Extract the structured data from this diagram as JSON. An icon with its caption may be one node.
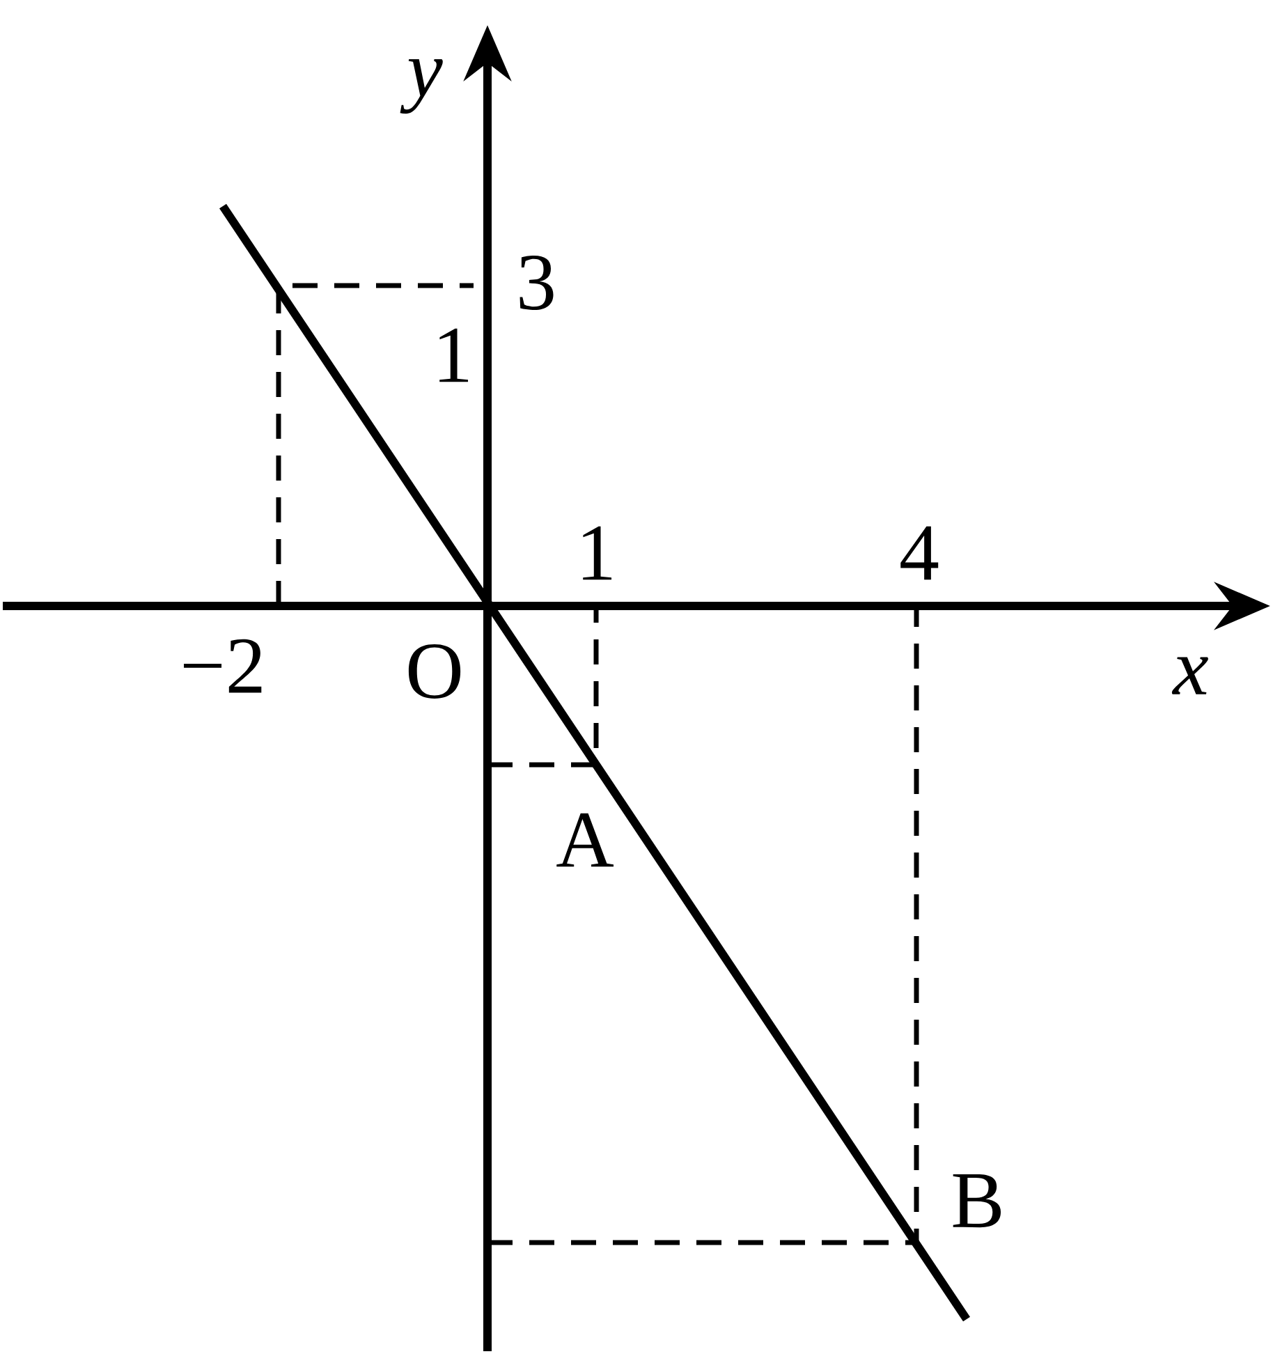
{
  "diagram": {
    "labels": [
      "y",
      "3",
      "1",
      "1",
      "4",
      "−2",
      "O",
      "x",
      "A",
      "B"
    ]
  }
}
